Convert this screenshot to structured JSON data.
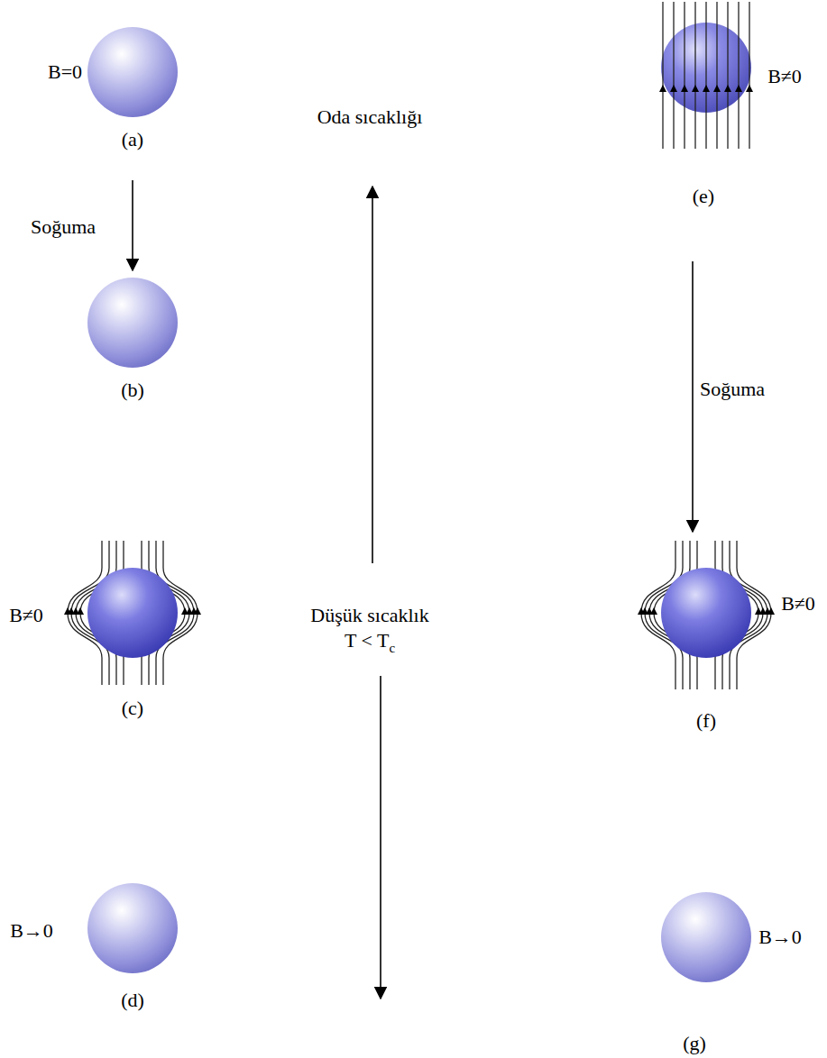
{
  "diagram": {
    "nodes": [
      {
        "text": [
          "B=0",
          "(a)"
        ]
      },
      {
        "text": [
          "(b)"
        ]
      },
      {
        "text": [
          "B≠0",
          "(c)"
        ]
      },
      {
        "text": [
          "B→0",
          "(d)"
        ]
      },
      {
        "text": [
          "B≠0",
          "(e)"
        ]
      },
      {
        "text": [
          "B≠0",
          "(f)"
        ]
      },
      {
        "text": [
          "B→0",
          "(g)"
        ]
      }
    ],
    "edges": [
      {
        "from": 0,
        "to": 1,
        "arrow": "to",
        "label": "Soğuma"
      },
      {
        "from": 4,
        "to": 5,
        "arrow": "to",
        "label": "Soğuma"
      }
    ],
    "labels": [
      "Oda sıcaklığı",
      "Düşük sıcaklık",
      "T < T",
      "c"
    ]
  }
}
